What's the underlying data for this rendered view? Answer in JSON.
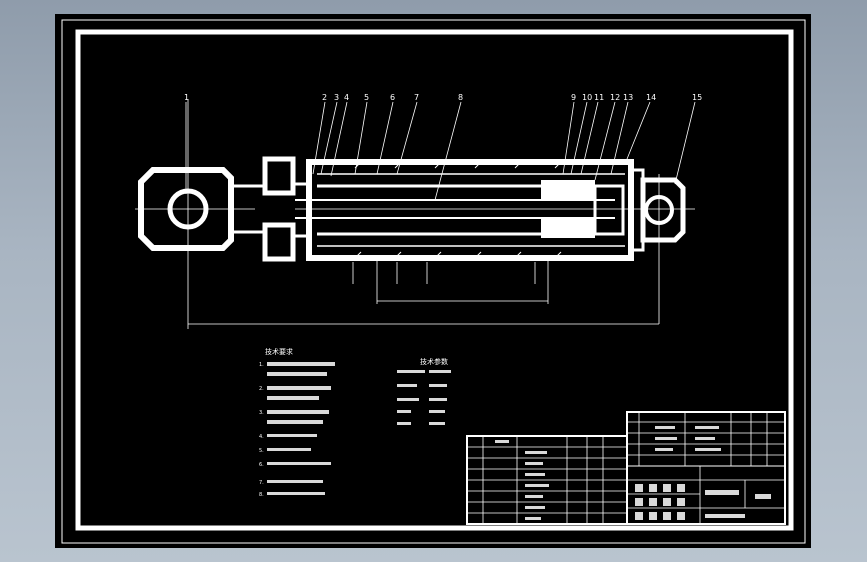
{
  "drawing": {
    "part_numbers": [
      "1",
      "2",
      "3",
      "4",
      "5",
      "6",
      "7",
      "8",
      "9",
      "10",
      "11",
      "12",
      "13",
      "14",
      "15"
    ],
    "tech_requirements_title": "技术要求",
    "tech_requirements": [
      "1.",
      "2.",
      "3.",
      "4.",
      "5.",
      "6.",
      "7.",
      "8."
    ],
    "tech_params_title": "技术参数"
  },
  "colors": {
    "canvas": "#000000",
    "line": "#ffffff",
    "background_top": "#8f9cab",
    "background_bottom": "#b9c4cf"
  }
}
